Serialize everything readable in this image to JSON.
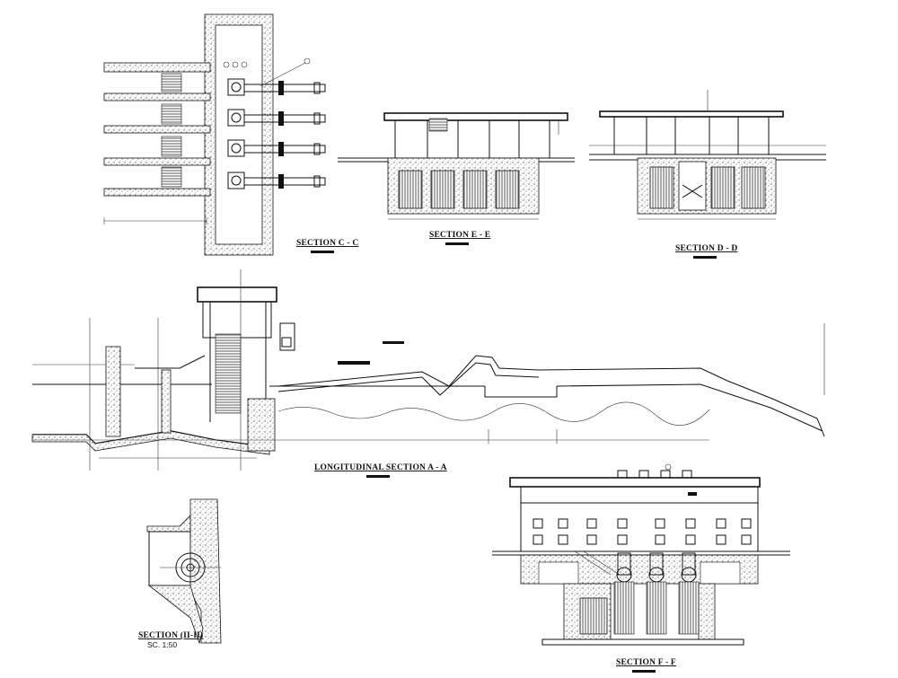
{
  "drawing": {
    "sections": [
      {
        "id": "section-c-c",
        "title": "SECTION C - C"
      },
      {
        "id": "section-e-e",
        "title": "SECTION E - E"
      },
      {
        "id": "section-d-d",
        "title": "SECTION D - D"
      },
      {
        "id": "longitudinal-section-a-a",
        "title": "LONGITUDINAL SECTION A - A"
      },
      {
        "id": "section-ii-ii",
        "title": "SECTION (II-II)",
        "scale": "SC. 1:50"
      },
      {
        "id": "section-f-f",
        "title": "SECTION F - F"
      }
    ]
  }
}
